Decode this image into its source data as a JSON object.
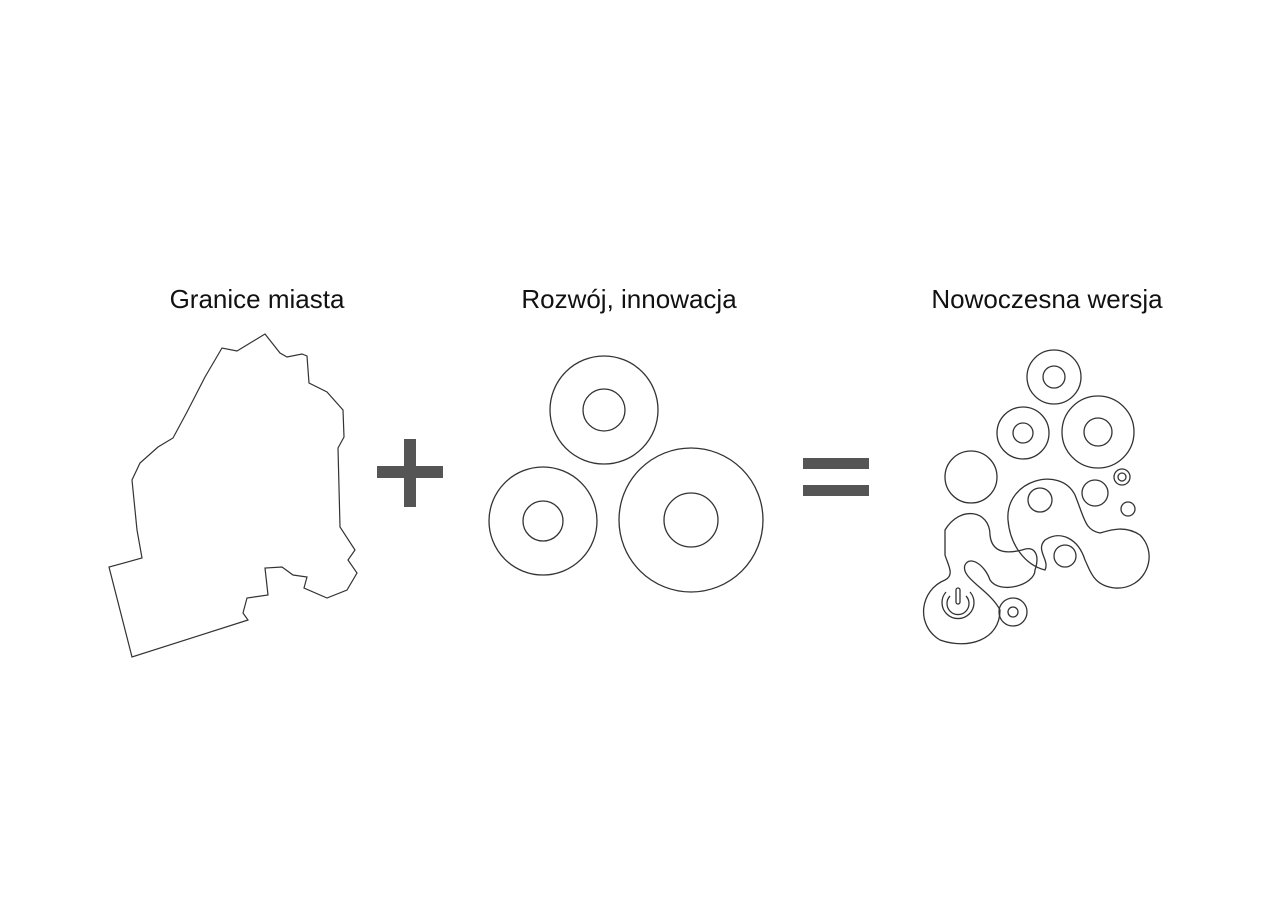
{
  "labels": {
    "city_borders": "Granice miasta",
    "development": "Rozwój, innowacja",
    "modern_version": "Nowoczesna wersja"
  },
  "colors": {
    "stroke": "#333333",
    "operator": "#555555",
    "background": "#ffffff"
  }
}
